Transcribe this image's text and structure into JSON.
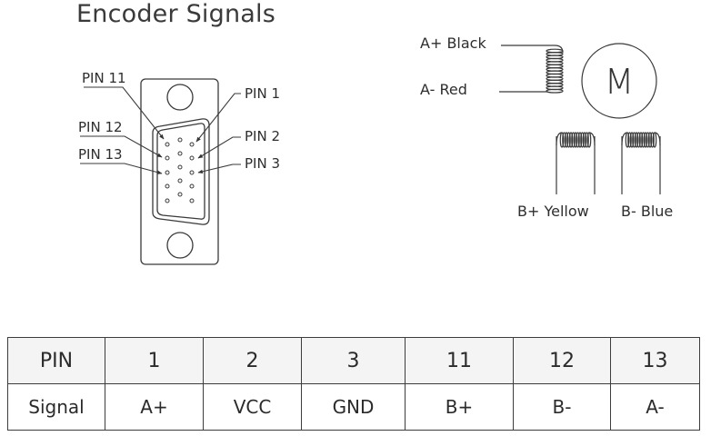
{
  "title": "Encoder Signals",
  "connector": {
    "pin_labels_left": [
      "PIN 11",
      "PIN 12",
      "PIN 13"
    ],
    "pin_labels_right": [
      "PIN 1",
      "PIN 2",
      "PIN 3"
    ]
  },
  "motor": {
    "symbol": "M",
    "wire_labels": {
      "a_plus": "A+ Black",
      "a_minus": "A- Red",
      "b_plus": "B+ Yellow",
      "b_minus": "B- Blue"
    }
  },
  "table": {
    "header": [
      "PIN",
      "1",
      "2",
      "3",
      "11",
      "12",
      "13"
    ],
    "row": [
      "Signal",
      "A+",
      "VCC",
      "GND",
      "B+",
      "B-",
      "A-"
    ]
  },
  "colors": {
    "line": "#3a3a3a",
    "header_bg": "#f4f4f4"
  }
}
